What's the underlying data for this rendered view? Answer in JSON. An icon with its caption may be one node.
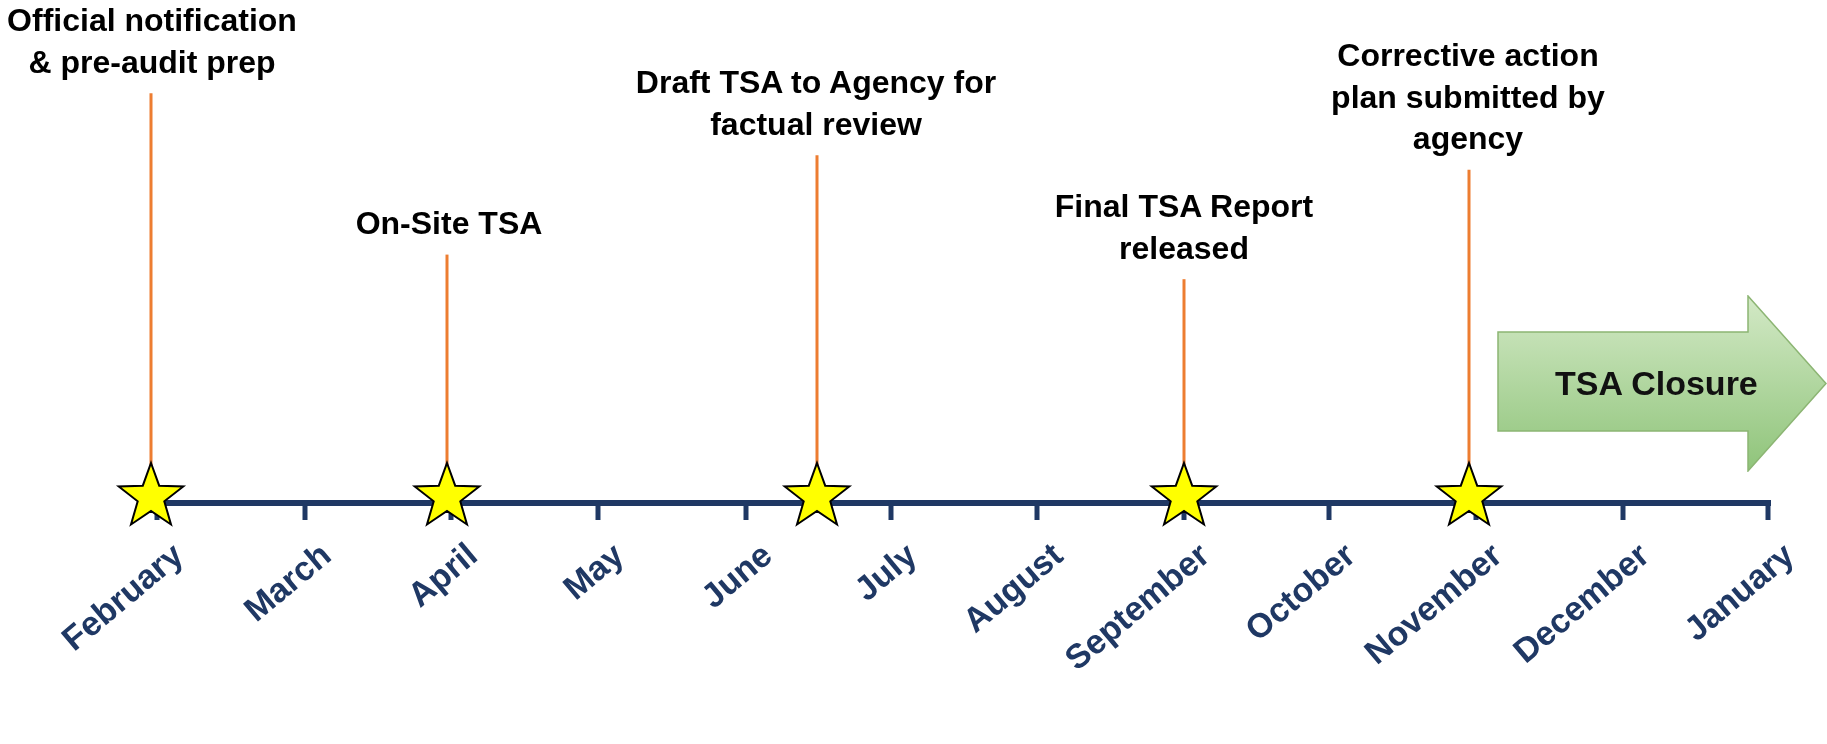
{
  "diagram": {
    "nodes": [
      {
        "text": [
          "Official notification & pre-audit prep"
        ]
      },
      {
        "text": [
          "On-Site TSA"
        ]
      },
      {
        "text": [
          "Draft TSA to Agency for factual review"
        ]
      },
      {
        "text": [
          "Final TSA Report released"
        ]
      },
      {
        "text": [
          "Corrective action plan submitted by agency"
        ]
      },
      {
        "text": [
          "TSA Closure"
        ]
      },
      {
        "text": [],
        "shape": "star"
      },
      {
        "text": [],
        "shape": "star"
      },
      {
        "text": [],
        "shape": "star"
      },
      {
        "text": [],
        "shape": "star"
      },
      {
        "text": [],
        "shape": "star"
      }
    ],
    "edges": [
      {
        "from": 0,
        "to": 6,
        "arrow": "none"
      },
      {
        "from": 1,
        "to": 7,
        "arrow": "none"
      },
      {
        "from": 2,
        "to": 8,
        "arrow": "none"
      },
      {
        "from": 3,
        "to": 9,
        "arrow": "none"
      },
      {
        "from": 4,
        "to": 10,
        "arrow": "none"
      }
    ],
    "labels": [
      "February",
      "March",
      "April",
      "May",
      "June",
      "July",
      "August",
      "September",
      "October",
      "November",
      "December",
      "January"
    ]
  }
}
